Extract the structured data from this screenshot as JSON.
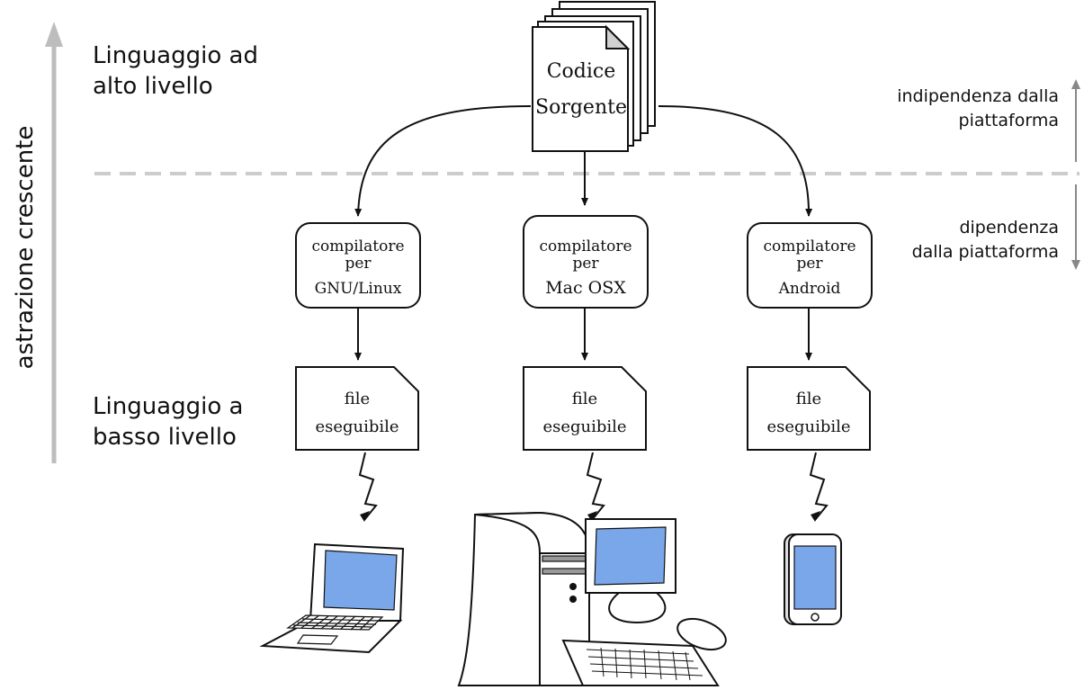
{
  "axis": {
    "label": "astrazione crescente"
  },
  "levels": {
    "high": [
      "Linguaggio ad",
      "alto livello"
    ],
    "low": [
      "Linguaggio a",
      "basso livello"
    ]
  },
  "source": {
    "lines": [
      "Codice",
      "Sorgente"
    ]
  },
  "platform_notes": {
    "independence": [
      "indipendenza dalla",
      "piattaforma"
    ],
    "dependence": [
      "dipendenza",
      "dalla piattaforma"
    ]
  },
  "compilers": [
    {
      "lines": [
        "compilatore",
        "per",
        "GNU/Linux"
      ]
    },
    {
      "lines": [
        "compilatore",
        "per",
        "Mac OSX"
      ]
    },
    {
      "lines": [
        "compilatore",
        "per",
        "Android"
      ]
    }
  ],
  "executables": [
    {
      "lines": [
        "file",
        "eseguibile"
      ]
    },
    {
      "lines": [
        "file",
        "eseguibile"
      ]
    },
    {
      "lines": [
        "file",
        "eseguibile"
      ]
    }
  ],
  "devices": [
    "laptop-icon",
    "desktop-computer-icon",
    "smartphone-icon"
  ],
  "colors": {
    "screen": "#7aa7ea",
    "axis_arrow": "#bdbdbd",
    "divider": "#cccccc",
    "side_arrow": "#888888"
  }
}
